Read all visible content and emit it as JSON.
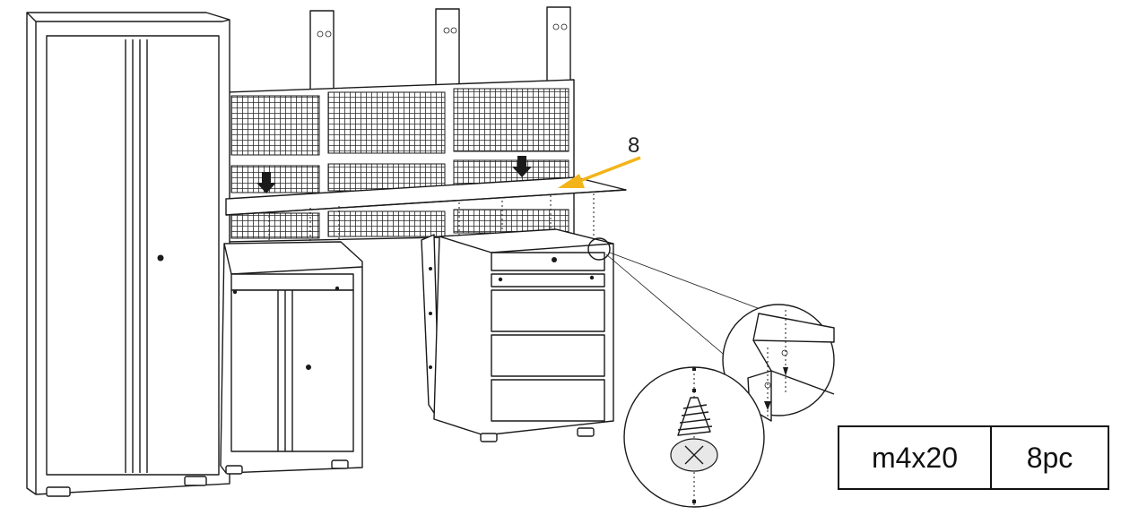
{
  "callout": {
    "step_number": "8",
    "arrow_color": "#f2b418"
  },
  "parts_table": {
    "rows": [
      {
        "part": "m4x20",
        "quantity": "8pc"
      }
    ]
  }
}
